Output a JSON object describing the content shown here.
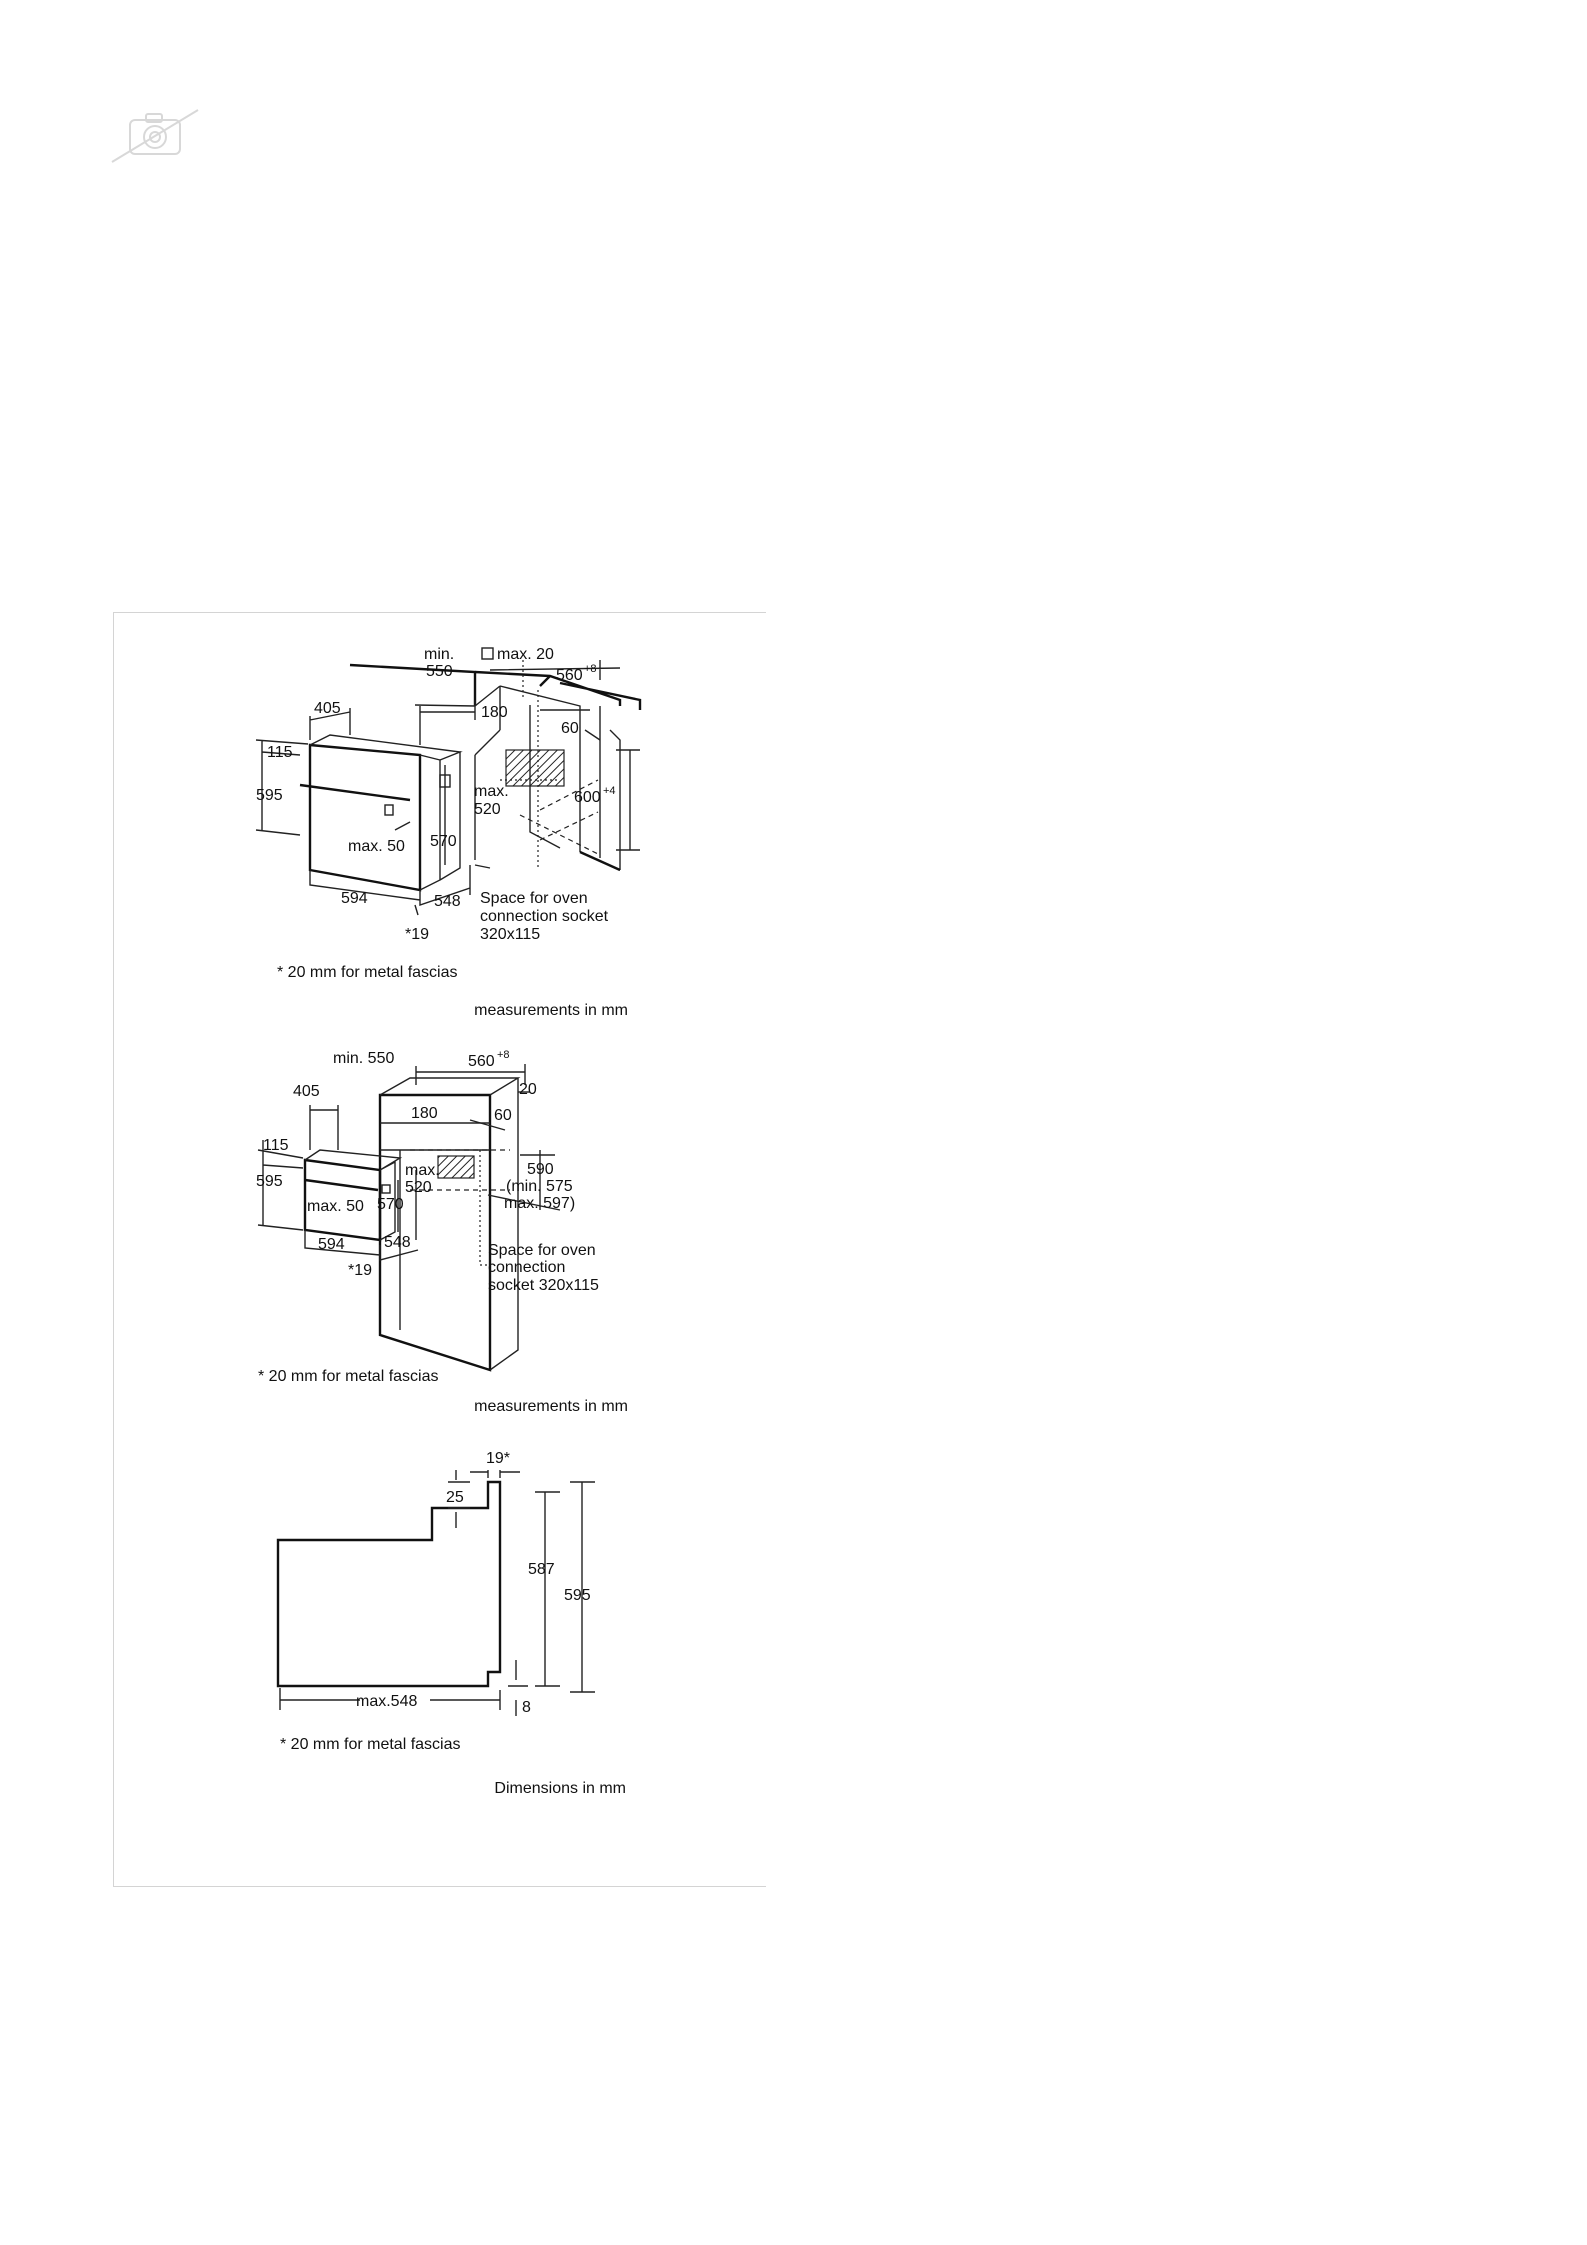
{
  "colors": {
    "line": "#222222",
    "panel_border": "#d4d4d4",
    "placeholder_icon": "#d8d8d8"
  },
  "icons": {
    "placeholder": "no-image-camera-icon"
  },
  "diagram1": {
    "labels": {
      "min": "min.",
      "d550": "550",
      "max20": "max. 20",
      "d560": "560",
      "d560_sup": "+8",
      "d405": "405",
      "d180": "180",
      "d60": "60",
      "d115": "115",
      "d595": "595",
      "max_a": "max.",
      "d520": "520",
      "d600": "600",
      "d600_sup": "+4",
      "max50": "max. 50",
      "d570": "570",
      "d594": "594",
      "d548": "548",
      "d19": "*19",
      "socket_1": "Space for oven",
      "socket_2": "connection socket",
      "socket_3": "320x115"
    },
    "footnote": "* 20 mm for metal fascias",
    "units": "measurements in mm"
  },
  "diagram2": {
    "labels": {
      "min550": "min. 550",
      "d560": "560",
      "d560_sup": "+8",
      "d20": "20",
      "d405": "405",
      "d180": "180",
      "d60": "60",
      "d115": "115",
      "d590": "590",
      "min575": "(min. 575",
      "max597": "max. 597)",
      "d595": "595",
      "max_a": "max.",
      "d520": "520",
      "max50": "max. 50",
      "d570": "570",
      "d594": "594",
      "d548": "548",
      "d19": "*19",
      "socket_1": "Space for oven",
      "socket_2": "connection",
      "socket_3": "socket 320x115"
    },
    "footnote": "* 20 mm for metal fascias",
    "units": "measurements in mm"
  },
  "diagram3": {
    "labels": {
      "d19": "19*",
      "d25": "25",
      "d587": "587",
      "d595": "595",
      "max548": "max.548",
      "d8": "8"
    },
    "footnote": "* 20 mm for metal fascias",
    "units": "Dimensions in mm"
  }
}
